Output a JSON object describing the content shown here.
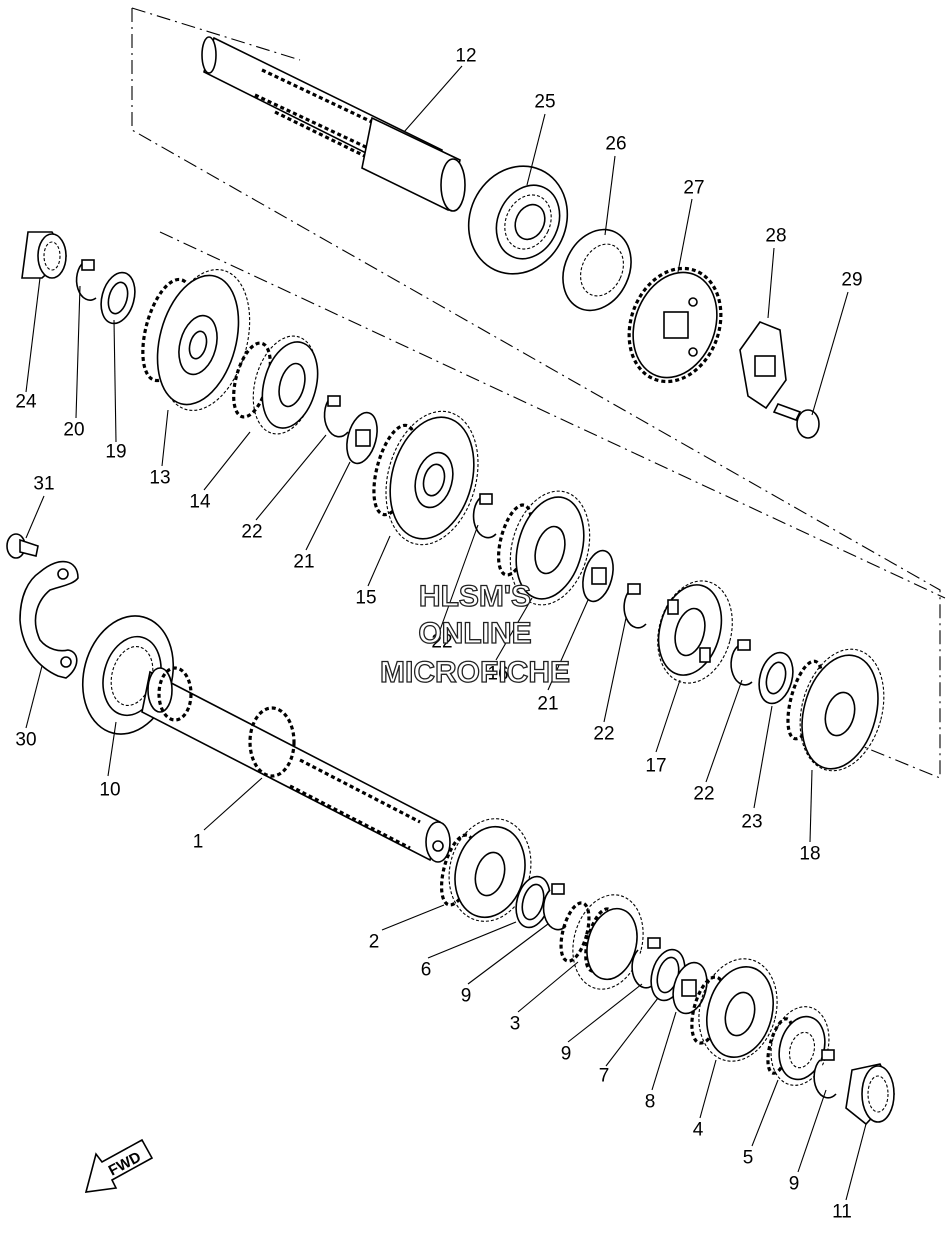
{
  "labels": [
    "1",
    "2",
    "3",
    "4",
    "5",
    "6",
    "7",
    "8",
    "9",
    "9",
    "9",
    "10",
    "11",
    "12",
    "13",
    "14",
    "15",
    "16",
    "17",
    "18",
    "19",
    "20",
    "21",
    "21",
    "22",
    "22",
    "22",
    "22",
    "23",
    "24",
    "25",
    "26",
    "27",
    "28",
    "29",
    "30",
    "31"
  ],
  "watermark": [
    "HLSM'S",
    "ONLINE",
    "MICROFICHE"
  ],
  "fwd_label": "FWD"
}
